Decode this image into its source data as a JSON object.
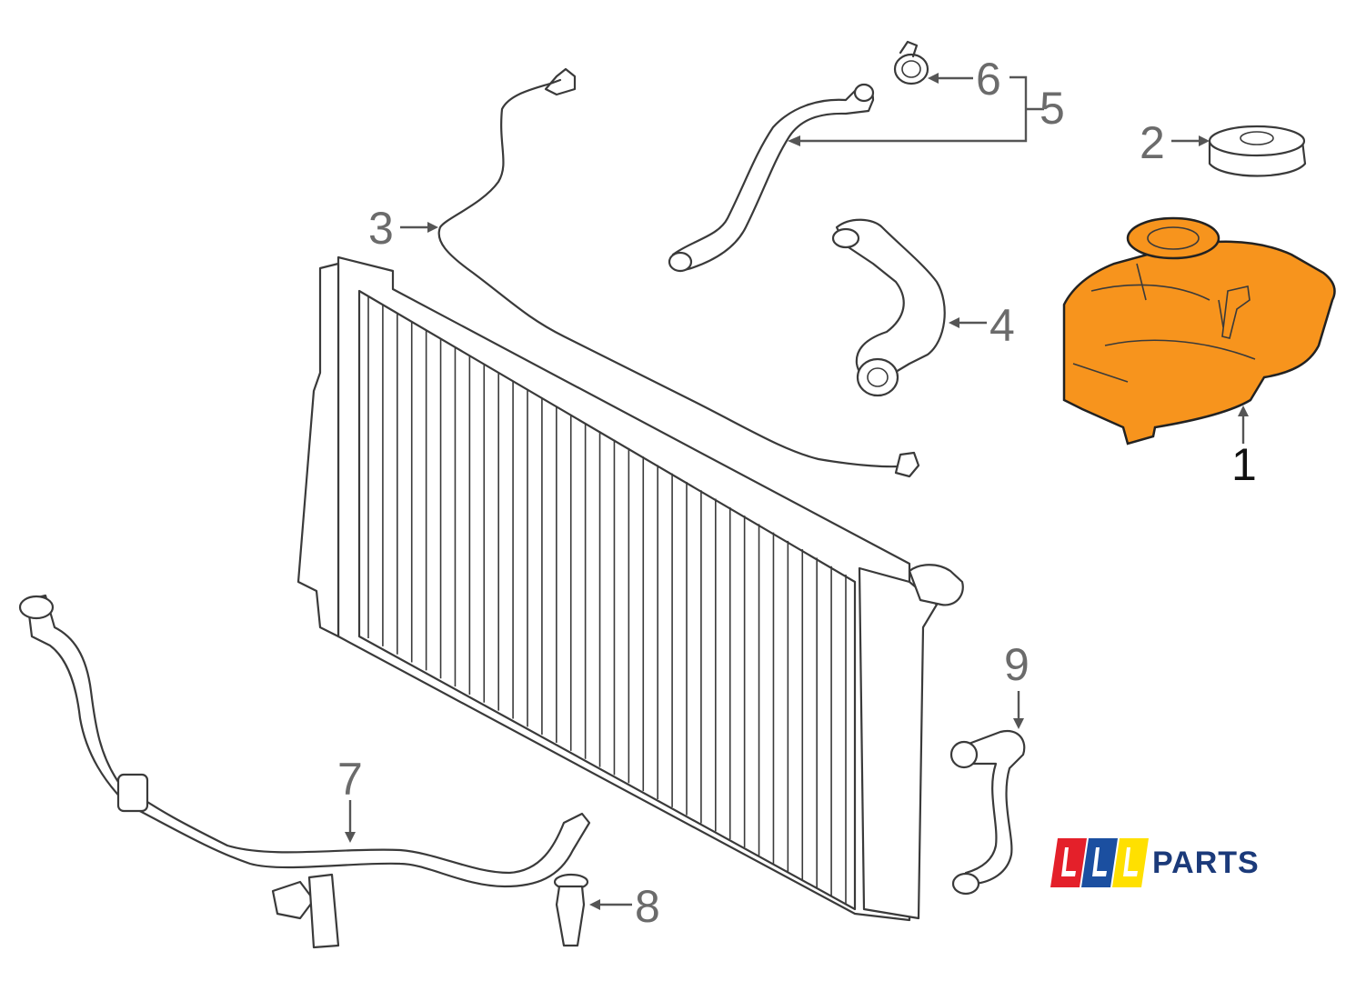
{
  "callouts": [
    {
      "id": "1",
      "label": "1"
    },
    {
      "id": "2",
      "label": "2"
    },
    {
      "id": "3",
      "label": "3"
    },
    {
      "id": "4",
      "label": "4"
    },
    {
      "id": "5",
      "label": "5"
    },
    {
      "id": "6",
      "label": "6"
    },
    {
      "id": "7",
      "label": "7"
    },
    {
      "id": "8",
      "label": "8"
    },
    {
      "id": "9",
      "label": "9"
    }
  ],
  "highlight_color": "#f7941d",
  "brand": {
    "text": "PARTS",
    "text_color": "#1b3a7a",
    "logo_colors": [
      "#e4202a",
      "#1b4fa0",
      "#ffe000"
    ]
  }
}
